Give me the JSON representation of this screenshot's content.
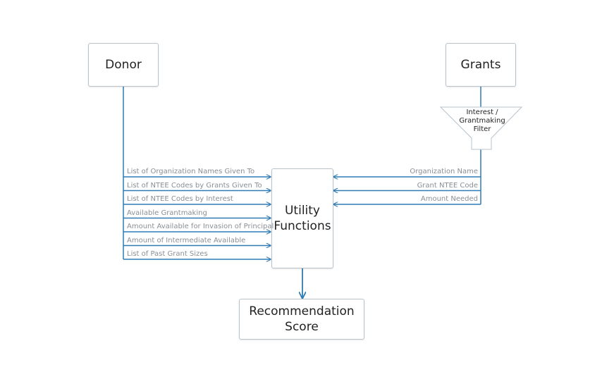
{
  "nodes": {
    "donor": "Donor",
    "grants": "Grants",
    "utility": [
      "Utility",
      "Functions"
    ],
    "recommendation": [
      "Recommendation",
      "Score"
    ],
    "filter": [
      "Interest /",
      "Grantmaking",
      "Filter"
    ]
  },
  "donor_inputs": [
    "List of Organization Names Given To",
    "List of NTEE Codes by Grants Given To",
    "List of NTEE Codes by Interest",
    "Available Grantmaking",
    "Amount Available for Invasion of Principal",
    "Amount of Intermediate Available",
    "List of Past Grant Sizes"
  ],
  "grant_inputs": [
    "Organization Name",
    "Grant NTEE Code",
    "Amount Needed"
  ],
  "colors": {
    "connector": "#2f7bb5",
    "box_border": "#b9c3cc",
    "label": "#8a8f94"
  }
}
